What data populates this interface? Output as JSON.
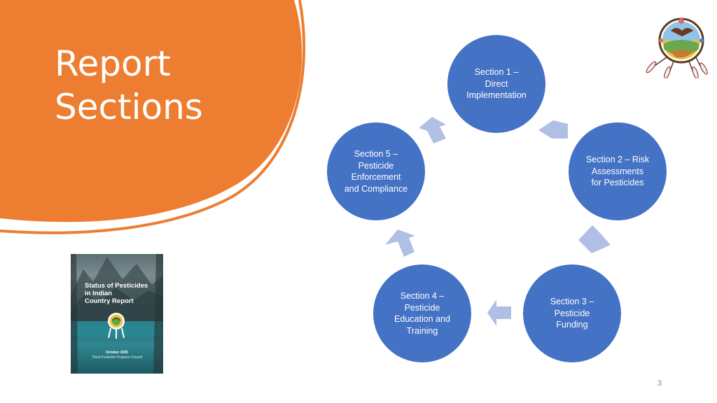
{
  "slide": {
    "title_lines": [
      "Report",
      "Sections"
    ],
    "page_number": "3",
    "colors": {
      "accent": "#ED7D31",
      "node": "#4472C4",
      "arrow": "#AFC0E4",
      "background": "#FFFFFF"
    }
  },
  "cover": {
    "title_lines": [
      "Status of Pesticides",
      "in Indian",
      "Country Report"
    ],
    "date": "October 2020",
    "org": "Tribal Pesticide Program Council"
  },
  "cycle": {
    "nodes": [
      {
        "lines": [
          "Section 1 –",
          "Direct",
          "Implementation"
        ]
      },
      {
        "lines": [
          "Section 2 – Risk",
          "Assessments",
          "for Pesticides"
        ]
      },
      {
        "lines": [
          "Section 3 –",
          "Pesticide",
          "Funding"
        ]
      },
      {
        "lines": [
          "Section 4 –",
          "Pesticide",
          "Education and",
          "Training"
        ]
      },
      {
        "lines": [
          "Section 5 –",
          "Pesticide",
          "Enforcement",
          "and Compliance"
        ]
      }
    ]
  },
  "icons": {
    "emblem": "dreamcatcher-logo-icon",
    "cover_logo": "dreamcatcher-logo-icon"
  }
}
